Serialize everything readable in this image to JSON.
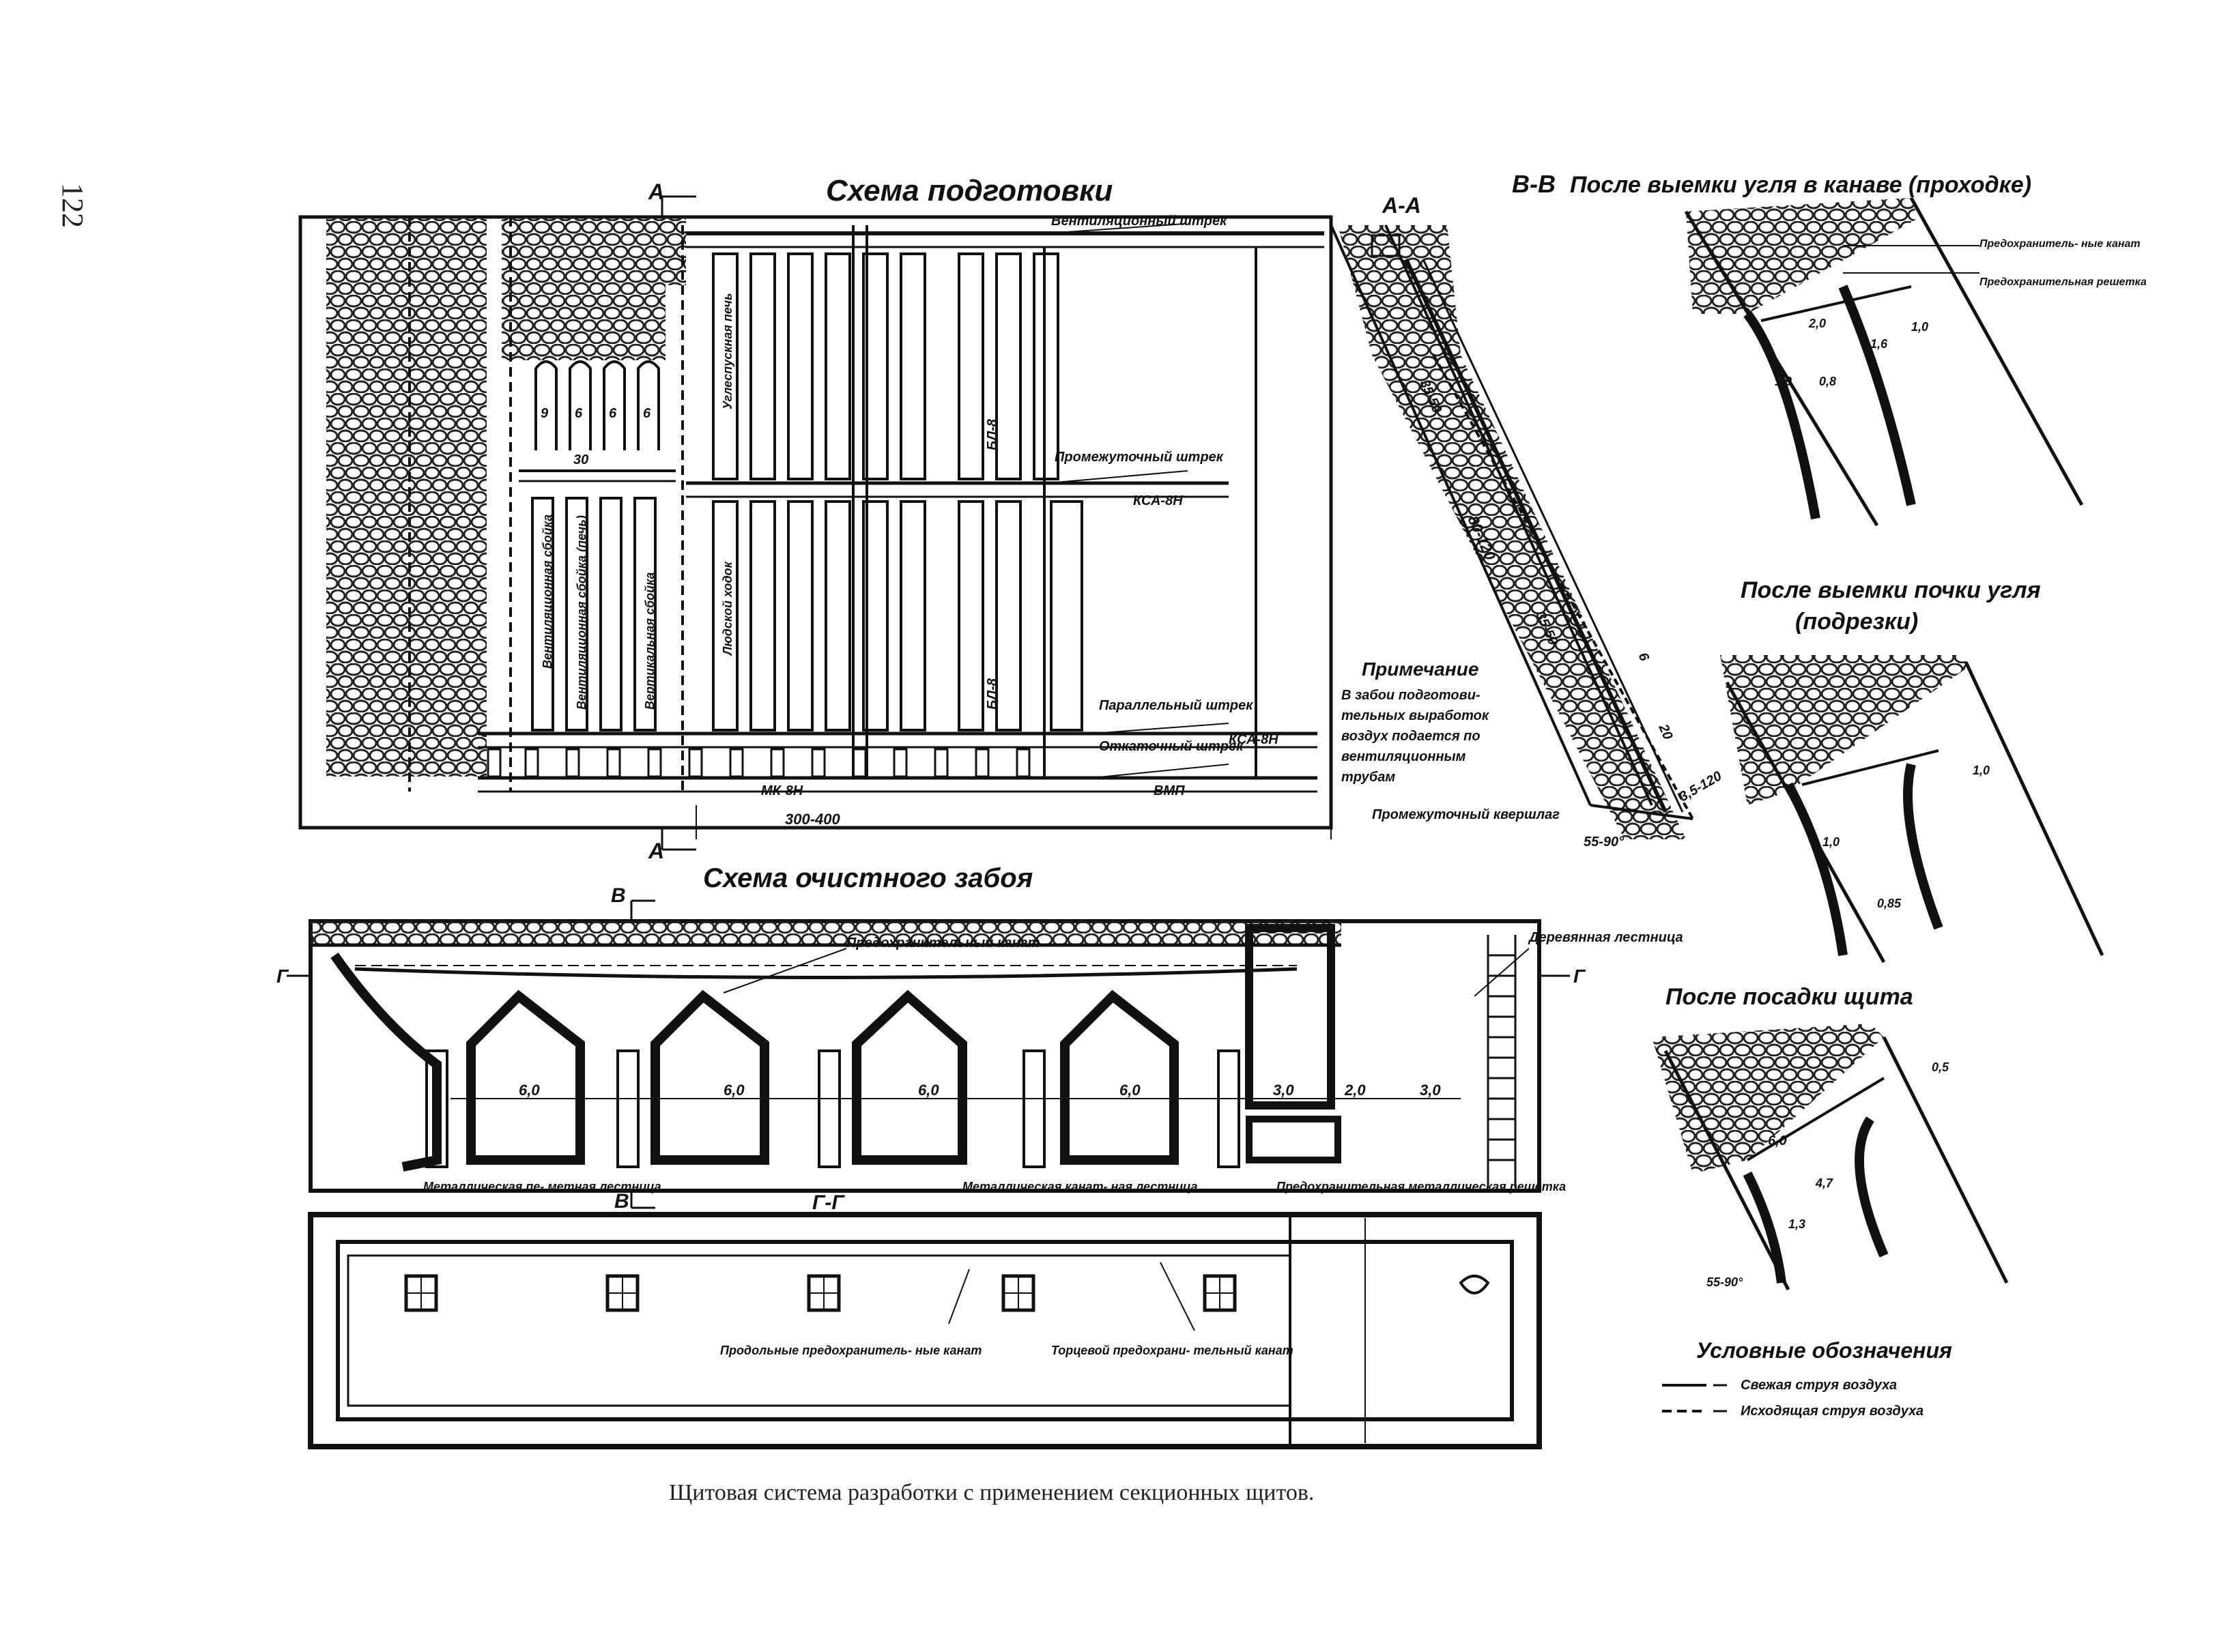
{
  "page_number": "122",
  "caption": "Щитовая система разработки с применением секционных щитов.",
  "titles": {
    "prep": "Схема подготовки",
    "clean": "Схема очистного забоя",
    "aa": "А-А",
    "bb": "В-В",
    "bb_sub": "После выемки угля в канаве (проходке)",
    "pochka": "После выемки почки угля",
    "podrezki": "(подрезки)",
    "posadka": "После посадки щита",
    "legend": "Условные обозначения"
  },
  "section_marks": {
    "a_top": "А",
    "a_bottom": "А",
    "v_top": "В",
    "v_bottom": "В",
    "g_left": "Г",
    "g_right": "Г",
    "gg": "Г-Г"
  },
  "prep_labels": {
    "vent_shtrek": "Вентиляционный штрек",
    "promezh_shtrek": "Промежуточный штрек",
    "parallel_shtrek": "Параллельный штрек",
    "otkatochny_shtrek": "Откаточный штрек",
    "promezh_kvershlag": "Промежуточный квершлаг",
    "kca1": "КСА-8Н",
    "kca2": "КСА-8Н",
    "mk": "МК-8Н",
    "vmp": "ВМП",
    "bl1": "БЛ-8",
    "bl2": "БЛ-8",
    "dim": "300-400",
    "dim30": "30",
    "d9": "9",
    "d6a": "6",
    "d6b": "6",
    "d6c": "6",
    "v1": "Вентиляционная сбойка",
    "v2": "Вентиляционная сбойка (печь)",
    "v3": "Вертикальная сбойка",
    "v4": "Людской ходок",
    "v5": "Углеспускная печь"
  },
  "note": {
    "title": "Примечание",
    "lines": [
      "В забои подготови-",
      "тельных выработок",
      "воздух подается по",
      "вентиляционным",
      "трубам"
    ]
  },
  "aa_labels": {
    "d35_50_top": "35-50",
    "d80_120": "80-120",
    "d35_50_mid": "35-50",
    "d20": "20",
    "d6": "6",
    "d35_120": "3,5-120",
    "d55_90": "55-90°"
  },
  "clean_labels": {
    "rope_top": "Предохранительный канат",
    "ladder": "Деревянная лестница",
    "metal_ladder": "Металлическая пе- метная лестница",
    "metal_rope_ladder": "Металлическая канат- ная лестница",
    "grate": "Предохранительная металлическая решетка",
    "long_rope": "Продольные предохранитель- ные канат",
    "end_rope": "Торцевой предохрани- тельный канат",
    "s1": "6,0",
    "s2": "6,0",
    "s3": "6,0",
    "s4": "6,0",
    "s5": "3,0",
    "s6": "2,0",
    "s7": "3,0"
  },
  "right_labels": {
    "rope": "Предохранитель- ные канат",
    "grate": "Предохранительная решетка",
    "bb1": "1,6",
    "bb2": "1,0",
    "bb3": "2,0",
    "bb4": "1,0",
    "bb5": "0,8",
    "p1": "1,0",
    "p2": "1,0",
    "p3": "0,85",
    "ps1": "0,5",
    "ps2": "6,0",
    "ps3": "4,7",
    "ps4": "1,3",
    "ps5": "55-90°"
  },
  "legend_items": [
    {
      "style": "solid",
      "label": "Свежая струя воздуха"
    },
    {
      "style": "dashed",
      "label": "Исходящая струя воздуха"
    }
  ],
  "colors": {
    "ink": "#111111",
    "paper": "#ffffff"
  }
}
